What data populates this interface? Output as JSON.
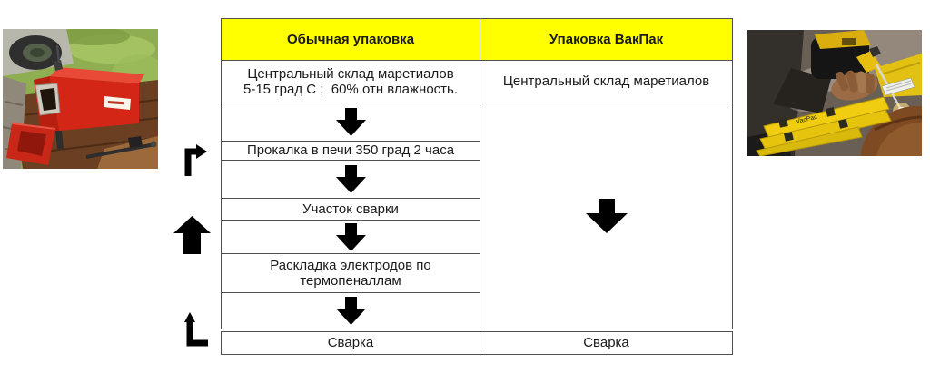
{
  "slide": {
    "background": "#ffffff"
  },
  "table": {
    "headers": [
      "Обычная упаковка",
      "Упаковка ВакПак"
    ],
    "header_bg": "#ffff00",
    "border_color": "#4f4f4f",
    "arrow_color": "#000000",
    "left_column": {
      "storage_line1": "Центральный склад маретиалов",
      "storage_line2": "5-15 град С ;  60% отн влажность.",
      "bake": "Прокалка в печи 350 град 2 часа",
      "welding_area": "Участок сварки",
      "layout_line1": "Раскладка электродов по",
      "layout_line2": "термопеналлам",
      "weld": "Сварка"
    },
    "right_column": {
      "storage": "Центральный склад маретиалов",
      "weld": "Сварка"
    }
  },
  "photos": {
    "left": {
      "description": "red portable electrode drying oven on wooden bench"
    },
    "right": {
      "description": "welder with ESAB helmet using electrodes from yellow VacPac packs on a pipe",
      "box_label": "VacPac"
    }
  }
}
